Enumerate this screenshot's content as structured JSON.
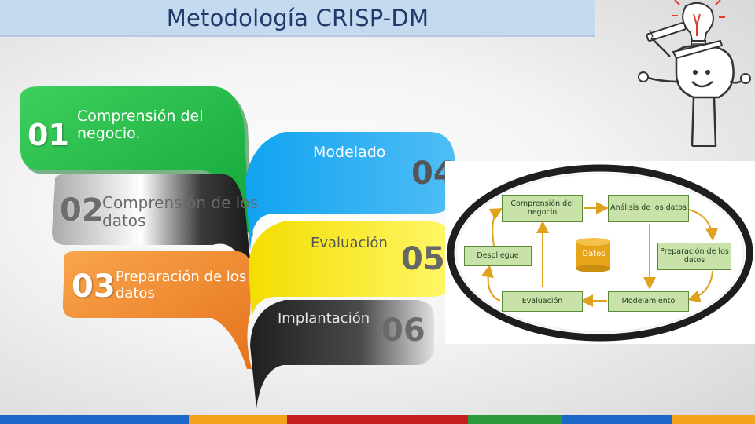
{
  "header": {
    "title": "Metodología CRISP-DM"
  },
  "phases": [
    {
      "num": "01",
      "label": "Comprensión del negocio."
    },
    {
      "num": "02",
      "label": "Comprensión de los datos"
    },
    {
      "num": "03",
      "label": "Preparación de los datos"
    },
    {
      "num": "04",
      "label": "Modelado"
    },
    {
      "num": "05",
      "label": "Evaluación"
    },
    {
      "num": "06",
      "label": "Implantación"
    }
  ],
  "diagram": {
    "boxes": {
      "business": "Comprensión del negocio",
      "analysis": "Análisis de los datos",
      "preparation": "Preparación de los datos",
      "deployment": "Despliegue",
      "evaluation": "Evaluación",
      "modeling": "Modelamiento"
    },
    "center": "Datos"
  },
  "colors": {
    "green": "#22c14a",
    "gray": "#3a3a3a",
    "orange": "#f08a2a",
    "blue": "#1c9be8",
    "yellow": "#f5e60f",
    "dark": "#2b2b2b",
    "title_bg": "#c5d9ef",
    "stripe": [
      "#1a66c9",
      "#f2a21c",
      "#c41e1e",
      "#2a9a3a",
      "#1a66c9",
      "#f2a21c"
    ]
  }
}
